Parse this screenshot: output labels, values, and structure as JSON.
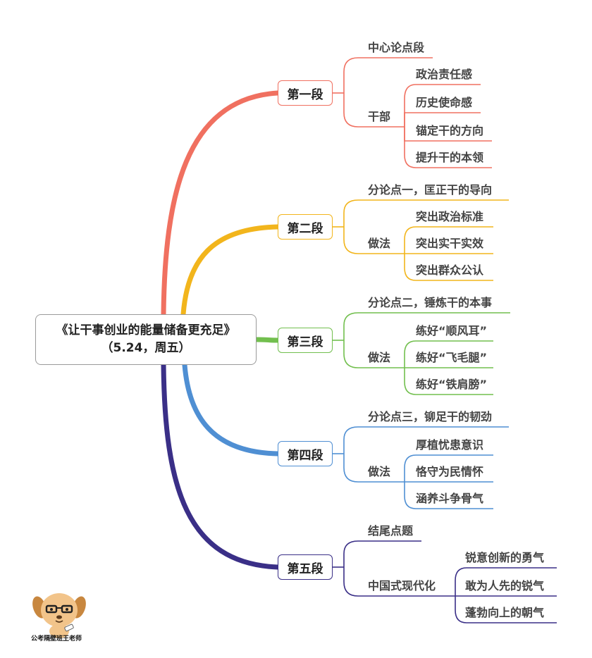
{
  "root": {
    "title": "《让干事创业的能量储备更充足》",
    "subtitle": "（5.24，周五）"
  },
  "colors": {
    "sec1": "#f07060",
    "sec2": "#f2b51c",
    "sec3": "#72bf4e",
    "sec4": "#4f8fd3",
    "sec5": "#3a2f87"
  },
  "sections": [
    {
      "label": "第一段",
      "topic": "中心论点段",
      "method_label": "干部",
      "points": [
        "政治责任感",
        "历史使命感",
        "锚定干的方向",
        "提升干的本领"
      ]
    },
    {
      "label": "第二段",
      "topic": "分论点一，匡正干的导向",
      "method_label": "做法",
      "points": [
        "突出政治标准",
        "突出实干实效",
        "突出群众公认"
      ]
    },
    {
      "label": "第三段",
      "topic": "分论点二，锤炼干的本事",
      "method_label": "做法",
      "points": [
        "练好“顺风耳”",
        "练好“飞毛腿”",
        "练好“铁肩膀”"
      ]
    },
    {
      "label": "第四段",
      "topic": "分论点三，铆足干的韧劲",
      "method_label": "做法",
      "points": [
        "厚植忧患意识",
        "恪守为民情怀",
        "涵养斗争骨气"
      ]
    },
    {
      "label": "第五段",
      "topic": "结尾点题",
      "method_label": "中国式现代化",
      "points": [
        "锐意创新的勇气",
        "敢为人先的锐气",
        "蓬勃向上的朝气"
      ]
    }
  ],
  "watermark": {
    "text": "公考隔壁班王老师",
    "icon": "dog-teacher-mascot"
  }
}
